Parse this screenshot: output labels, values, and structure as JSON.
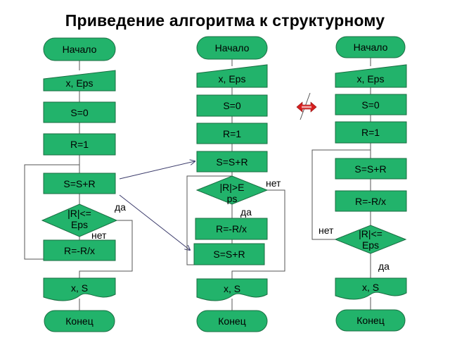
{
  "title": "Приведение алгоритма к структурному",
  "flowchart_1": {
    "start": "Начало",
    "input": "x, Eps",
    "s_init": "S=0",
    "r_init": "R=1",
    "s_add": "S=S+R",
    "cond_line1": "|R|<=",
    "cond_line2": "Eps",
    "yes": "да",
    "no": "нет",
    "r_update": "R=-R/x",
    "output": "x, S",
    "end": "Конец"
  },
  "flowchart_2": {
    "start": "Начало",
    "input": "x, Eps",
    "s_init": "S=0",
    "r_init": "R=1",
    "s_add": "S=S+R",
    "cond_line1": "|R|>E",
    "cond_line2": "ps",
    "no": "нет",
    "yes": "да",
    "r_update": "R=-R/x",
    "s_add_2": "S=S+R",
    "output": "x, S",
    "end": "Конец"
  },
  "flowchart_3": {
    "start": "Начало",
    "input": "x, Eps",
    "s_init": "S=0",
    "r_init": "R=1",
    "s_add": "S=S+R",
    "r_update": "R=-R/x",
    "no": "нет",
    "cond_line1": "|R|<=",
    "cond_line2": "Eps",
    "yes": "да",
    "output": "x, S",
    "end": "Конец"
  },
  "icons": {
    "equivalence": "double-arrow-icon",
    "color_red": "#d81f1f",
    "box_fill": "#22b36b"
  }
}
